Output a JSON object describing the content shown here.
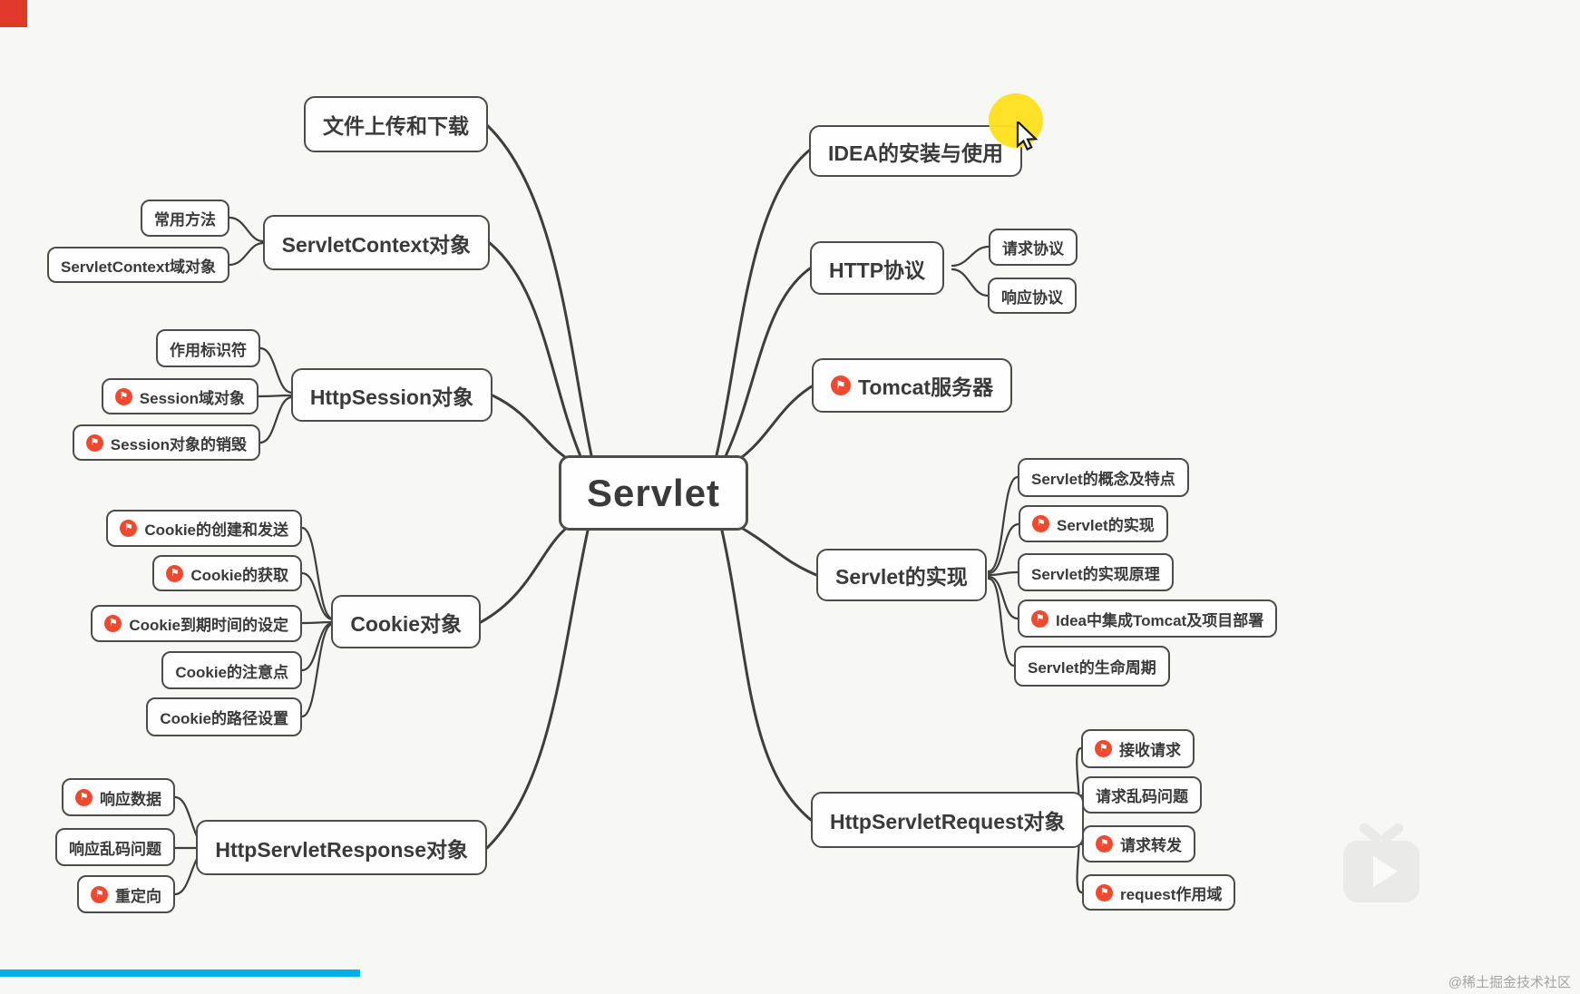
{
  "root": {
    "label": "Servlet"
  },
  "left_branches": [
    {
      "label": "文件上传和下载",
      "children": []
    },
    {
      "label": "ServletContext对象",
      "children": [
        {
          "label": "常用方法"
        },
        {
          "label": "ServletContext域对象"
        }
      ]
    },
    {
      "label": "HttpSession对象",
      "children": [
        {
          "label": "作用标识符"
        },
        {
          "label": "Session域对象"
        },
        {
          "label": "Session对象的销毁"
        }
      ]
    },
    {
      "label": "Cookie对象",
      "children": [
        {
          "label": "Cookie的创建和发送"
        },
        {
          "label": "Cookie的获取"
        },
        {
          "label": "Cookie到期时间的设定"
        },
        {
          "label": "Cookie的注意点"
        },
        {
          "label": "Cookie的路径设置"
        }
      ]
    },
    {
      "label": "HttpServletResponse对象",
      "children": [
        {
          "label": "响应数据"
        },
        {
          "label": "响应乱码问题"
        },
        {
          "label": "重定向"
        }
      ]
    }
  ],
  "right_branches": [
    {
      "label": "IDEA的安装与使用",
      "children": []
    },
    {
      "label": "HTTP协议",
      "children": [
        {
          "label": "请求协议"
        },
        {
          "label": "响应协议"
        }
      ]
    },
    {
      "label": "Tomcat服务器",
      "children": []
    },
    {
      "label": "Servlet的实现",
      "children": [
        {
          "label": "Servlet的概念及特点"
        },
        {
          "label": "Servlet的实现"
        },
        {
          "label": "Servlet的实现原理"
        },
        {
          "label": "Idea中集成Tomcat及项目部署"
        },
        {
          "label": "Servlet的生命周期"
        }
      ]
    },
    {
      "label": "HttpServletRequest对象",
      "children": [
        {
          "label": "接收请求"
        },
        {
          "label": "请求乱码问题"
        },
        {
          "label": "请求转发"
        },
        {
          "label": "request作用域"
        }
      ]
    }
  ],
  "icons": {
    "flag": "⚑"
  },
  "player": {
    "watermark": "@稀土掘金技术社区"
  },
  "colors": {
    "marker_red": "#f0492f",
    "progress_blue": "#00aeec",
    "corner_red": "#e0392b",
    "cursor_halo_yellow": "#ffdf1b",
    "box_border": "#4c4c4c"
  }
}
